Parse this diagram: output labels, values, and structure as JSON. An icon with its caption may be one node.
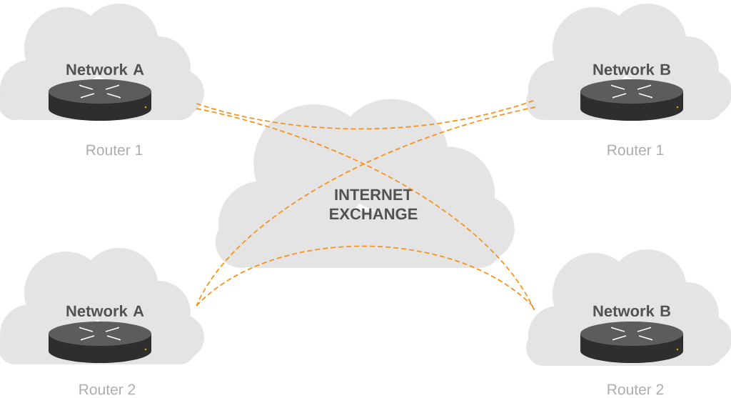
{
  "diagram": {
    "nodes": [
      {
        "text": [
          "Network A"
        ],
        "beside": [
          "Router 1"
        ]
      },
      {
        "text": [
          "Network B"
        ],
        "beside": [
          "Router 1"
        ]
      },
      {
        "text": [
          "INTERNET EXCHANGE"
        ]
      },
      {
        "text": [
          "Network A"
        ],
        "beside": [
          "Router 2"
        ]
      },
      {
        "text": [
          "Network B"
        ],
        "beside": [
          "Router 2"
        ]
      }
    ],
    "edges": [
      {
        "from": 0,
        "to": 1,
        "arrow": "none",
        "style": "dashed"
      },
      {
        "from": 0,
        "to": 4,
        "arrow": "none",
        "style": "dashed"
      },
      {
        "from": 1,
        "to": 3,
        "arrow": "none",
        "style": "dashed"
      },
      {
        "from": 3,
        "to": 4,
        "arrow": "none",
        "style": "dashed"
      }
    ]
  }
}
